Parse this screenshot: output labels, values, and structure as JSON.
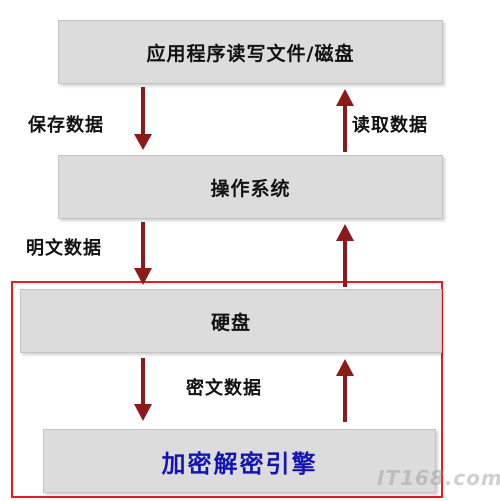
{
  "boxes": {
    "app": "应用程序读写文件/磁盘",
    "os": "操作系统",
    "disk": "硬盘",
    "engine": "加密解密引擎"
  },
  "labels": {
    "save": "保存数据",
    "read": "读取数据",
    "plain": "明文数据",
    "cipher": "密文数据"
  },
  "watermark": "IT168.com",
  "colors": {
    "arrow": "#8b1a1a",
    "frame": "#e81c1c",
    "box_fill": "#dcdcdc",
    "engine_text": "#1414b4"
  }
}
